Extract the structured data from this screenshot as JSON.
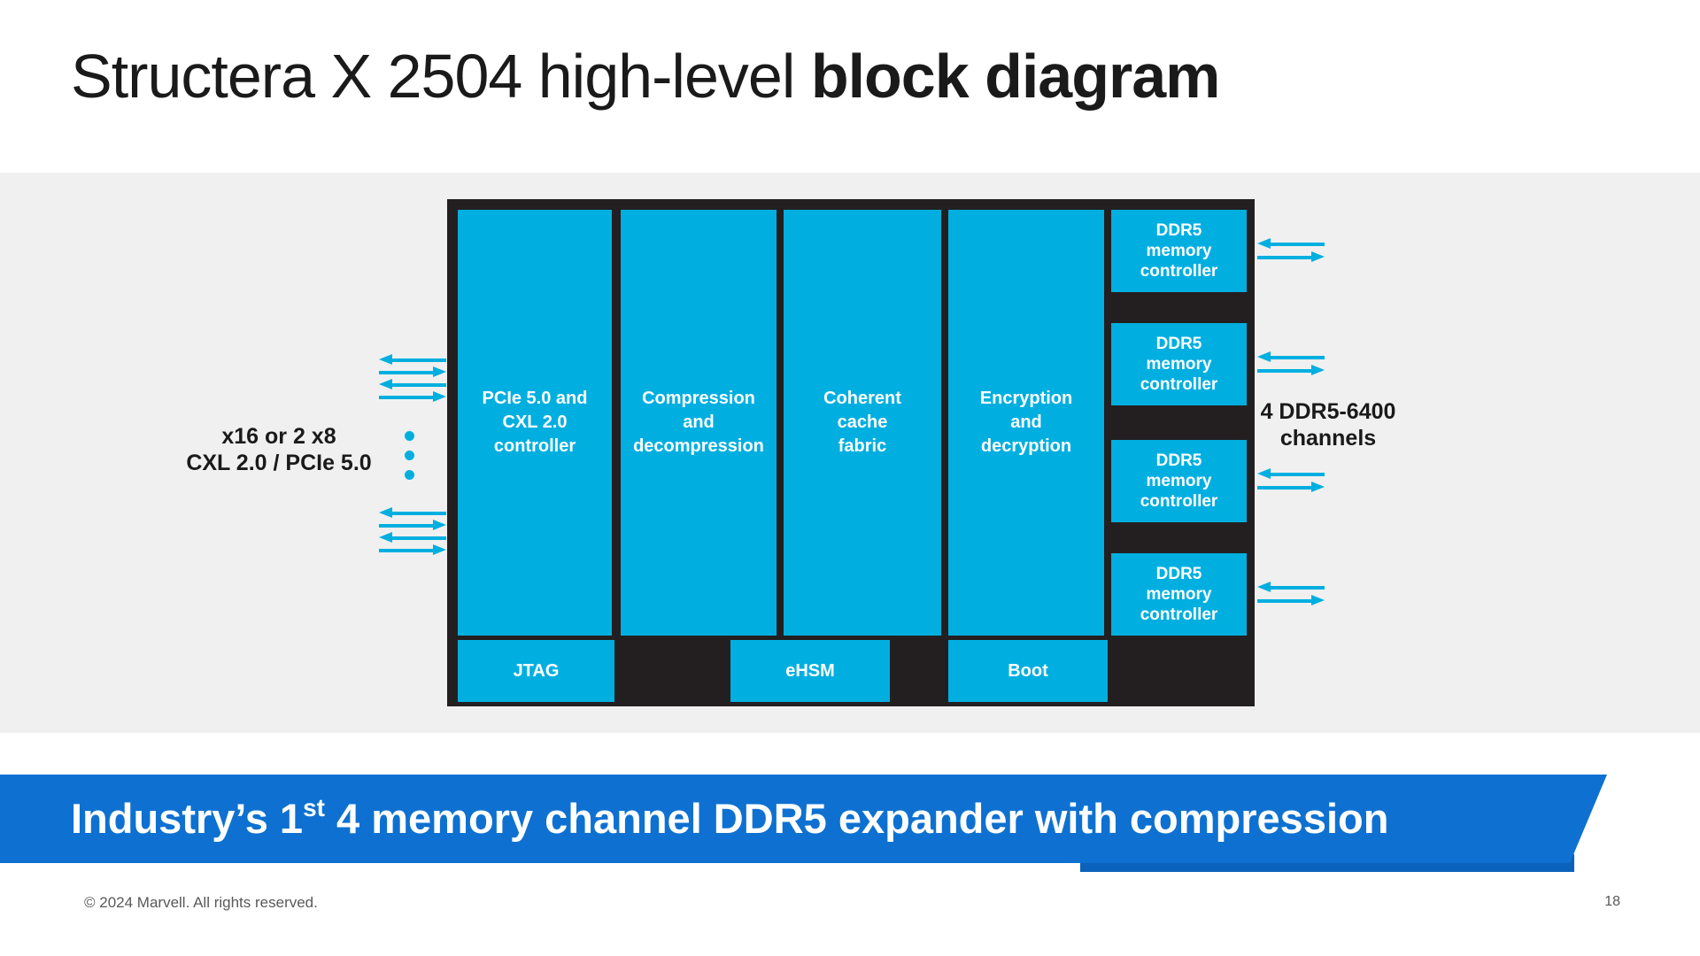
{
  "title": {
    "regular": "Structera X 2504 high-level ",
    "bold": "block diagram"
  },
  "chip": {
    "columns": [
      {
        "label": "PCIe 5.0 and\nCXL 2.0\ncontroller"
      },
      {
        "label": "Compression\nand\ndecompression"
      },
      {
        "label": "Coherent\ncache\nfabric"
      },
      {
        "label": "Encryption\nand\ndecryption"
      }
    ],
    "memory_controllers": [
      {
        "label": "DDR5\nmemory\ncontroller"
      },
      {
        "label": "DDR5\nmemory\ncontroller"
      },
      {
        "label": "DDR5\nmemory\ncontroller"
      },
      {
        "label": "DDR5\nmemory\ncontroller"
      }
    ],
    "bottom_blocks": [
      {
        "label": "JTAG"
      },
      {
        "label": "eHSM"
      },
      {
        "label": "Boot"
      }
    ]
  },
  "labels": {
    "left_interface": {
      "line1": "x16 or 2 x8",
      "line2": "CXL 2.0 / PCIe 5.0"
    },
    "right_channels": {
      "line1": "4 DDR5-6400",
      "line2": "channels"
    }
  },
  "banner": {
    "prefix": "Industry’s 1",
    "superscript": "st",
    "suffix": " 4 memory channel DDR5 expander with compression"
  },
  "footer": {
    "copyright": "© 2024 Marvell. All rights reserved.",
    "page": "18"
  },
  "colors": {
    "cyan": "#00AFE0",
    "chip-black": "#231f20",
    "banner-blue": "#0E71D1",
    "banner-shadow": "#0A62BC",
    "band-gray": "#F0F0F0",
    "title-black": "#1A1A1A",
    "footer-gray": "#595959"
  }
}
